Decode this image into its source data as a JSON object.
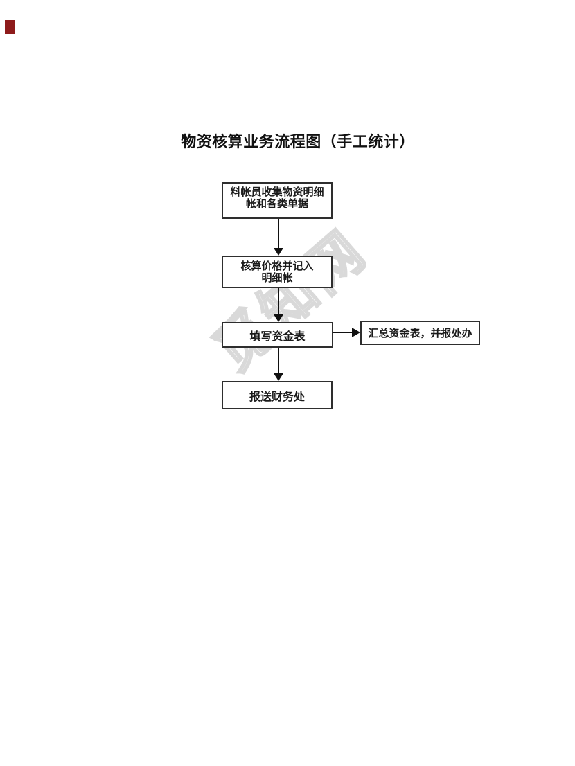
{
  "page": {
    "title": "物资核算业务流程图（手工统计）",
    "watermark": "觅知网",
    "background_color": "#ffffff",
    "corner_mark_color": "#8e1b1b",
    "box_border_color": "#2e2e2e",
    "text_color": "#1a1a1a",
    "watermark_color": "#d9d9d9"
  },
  "flowchart": {
    "nodes": [
      {
        "id": "collect",
        "label": "料帐员收集物资明细帐和各类单据",
        "line1": "料帐员收集物资明细",
        "line2": "帐和各类单据"
      },
      {
        "id": "calc",
        "label": "核算价格并记入明细帐",
        "line1": "核算价格并记入",
        "line2": "明细帐"
      },
      {
        "id": "fill",
        "label": "填写资金表"
      },
      {
        "id": "summary",
        "label": "汇总资金表，并报处办"
      },
      {
        "id": "submit",
        "label": "报送财务处"
      }
    ],
    "connections": [
      {
        "from": "collect",
        "to": "calc",
        "direction": "down"
      },
      {
        "from": "calc",
        "to": "fill",
        "direction": "down"
      },
      {
        "from": "fill",
        "to": "summary",
        "direction": "right"
      },
      {
        "from": "fill",
        "to": "submit",
        "direction": "down"
      }
    ]
  }
}
